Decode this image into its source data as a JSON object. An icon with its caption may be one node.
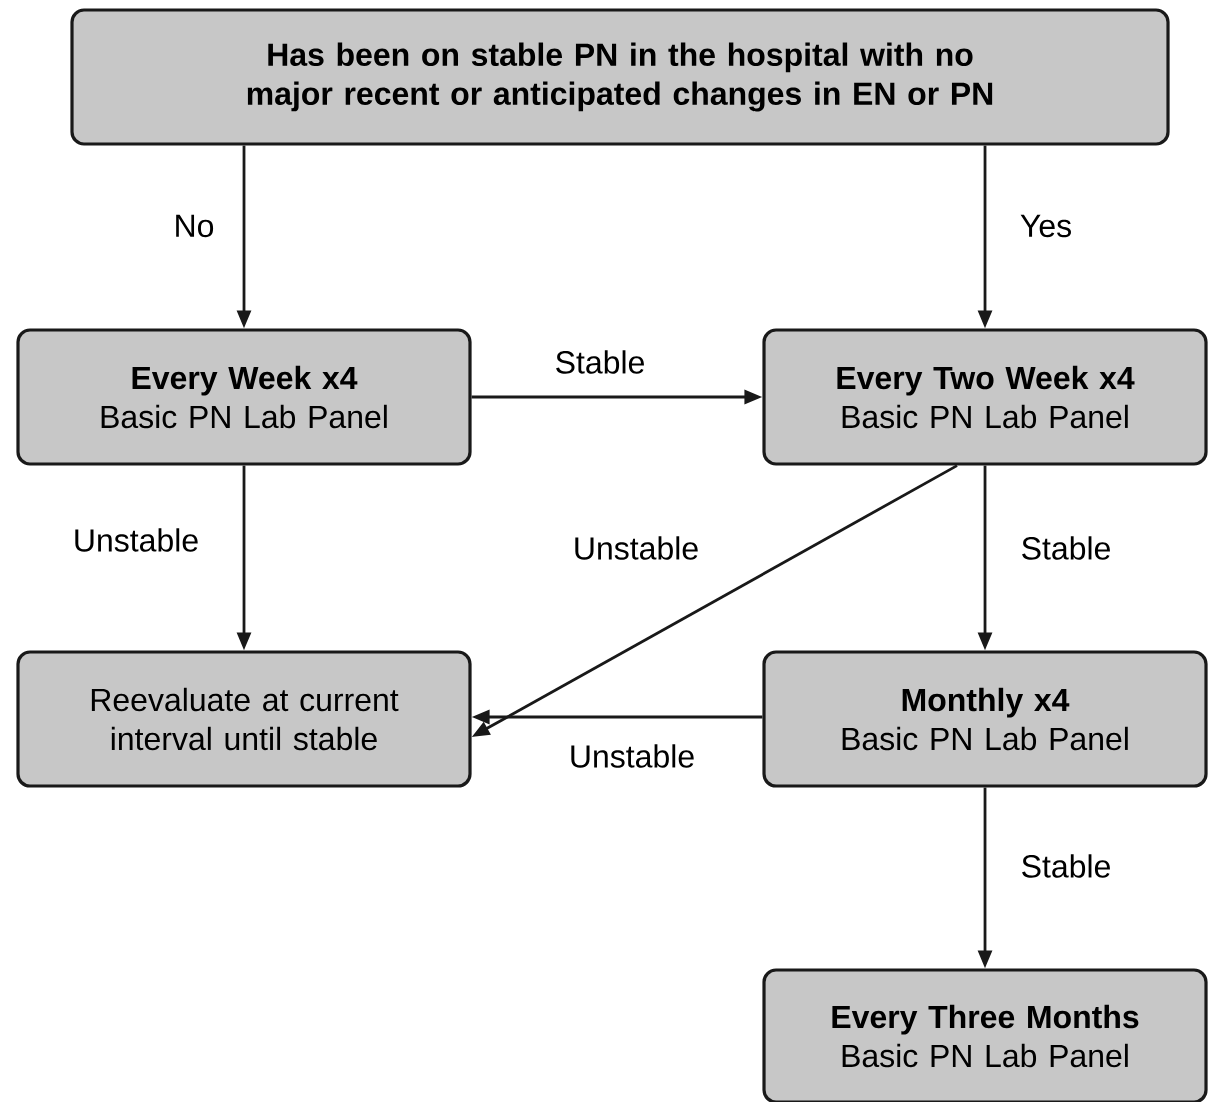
{
  "diagram": {
    "nodes": [
      {
        "text": [
          "Has been on stable PN in the hospital with no major recent or anticipated changes in EN or PN"
        ]
      },
      {
        "text": [
          "Every Week x4",
          "Basic PN Lab Panel"
        ]
      },
      {
        "text": [
          "Every Two Week x4",
          "Basic PN Lab Panel"
        ]
      },
      {
        "text": [
          "Reevaluate at current interval until stable"
        ]
      },
      {
        "text": [
          "Monthly x4",
          "Basic PN Lab Panel"
        ]
      },
      {
        "text": [
          "Every Three Months",
          "Basic PN Lab Panel"
        ]
      }
    ],
    "edges": [
      {
        "from": 0,
        "to": 1,
        "arrow": "to",
        "label": "No"
      },
      {
        "from": 0,
        "to": 2,
        "arrow": "to",
        "label": "Yes"
      },
      {
        "from": 1,
        "to": 2,
        "arrow": "to",
        "label": "Stable"
      },
      {
        "from": 1,
        "to": 3,
        "arrow": "to",
        "label": "Unstable"
      },
      {
        "from": 2,
        "to": 3,
        "arrow": "to",
        "label": "Unstable"
      },
      {
        "from": 2,
        "to": 4,
        "arrow": "to",
        "label": "Stable"
      },
      {
        "from": 4,
        "to": 3,
        "arrow": "to",
        "label": "Unstable"
      },
      {
        "from": 4,
        "to": 5,
        "arrow": "to",
        "label": "Stable"
      }
    ]
  }
}
